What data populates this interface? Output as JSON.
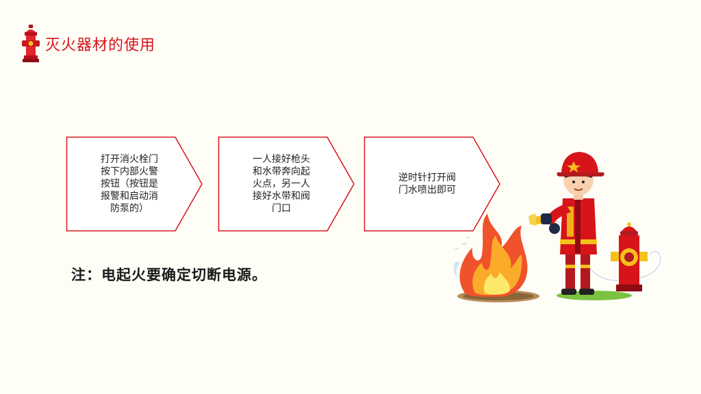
{
  "header": {
    "title": "灭火器材的使用",
    "logo_icon": "fire-hydrant-icon"
  },
  "steps": [
    {
      "text": "打开消火栓门\n按下内部火警\n按钮（按钮是\n报警和启动消\n防泵的）"
    },
    {
      "text": "一人接好枪头\n和水带奔向起\n火点，另一人\n接好水带和阀\n门口"
    },
    {
      "text": "逆时针打开阀\n门水喷出即可"
    }
  ],
  "note": "注：电起火要确定切断电源。",
  "colors": {
    "accent": "#d7141a",
    "background": "#fefdf6",
    "text": "#222222"
  },
  "illustration": {
    "icons": [
      "firefighter-icon",
      "fire-flame-icon",
      "fire-hydrant-icon",
      "fire-hose-icon"
    ]
  }
}
